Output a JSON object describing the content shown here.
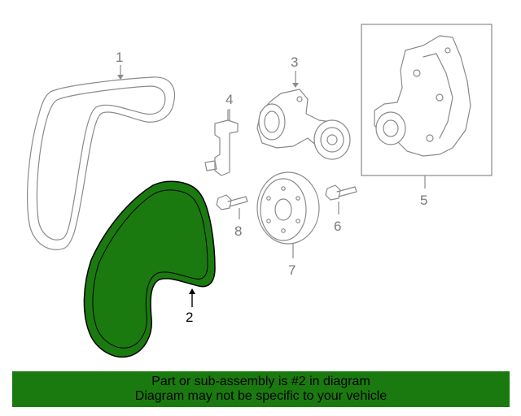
{
  "callouts": {
    "c1": "1",
    "c2": "2",
    "c3": "3",
    "c4": "4",
    "c5": "5",
    "c6": "6",
    "c7": "7",
    "c8": "8"
  },
  "highlight_color": "#1a7a0f",
  "banner": {
    "line1": "Part or sub-assembly is #2 in diagram",
    "line2": "Diagram may not be specific to your vehicle"
  }
}
